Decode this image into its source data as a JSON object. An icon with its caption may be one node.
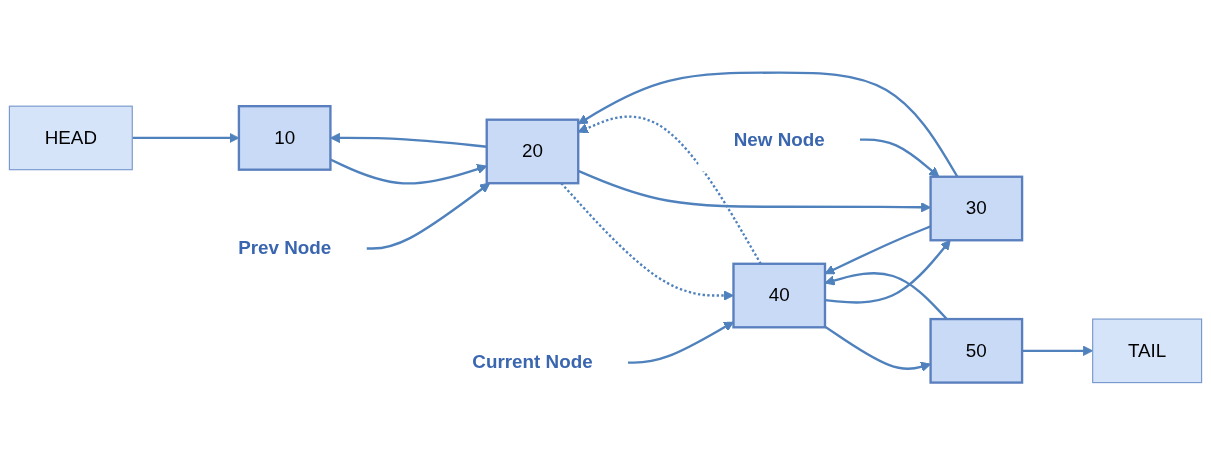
{
  "diagram": {
    "nodes": [
      {
        "text": [
          "HEAD"
        ]
      },
      {
        "text": [
          "TAIL"
        ]
      },
      {
        "text": [
          "10"
        ]
      },
      {
        "text": [
          "20"
        ]
      },
      {
        "text": [
          "40"
        ]
      },
      {
        "text": [
          "50"
        ]
      },
      {
        "text": [
          "Prev Node"
        ]
      },
      {
        "text": [
          "Current Node"
        ]
      },
      {
        "text": [
          "30"
        ]
      },
      {
        "text": [
          "New Node"
        ]
      }
    ],
    "edges": [
      {
        "from": 0,
        "to": 2,
        "arrow": "to"
      },
      {
        "from": 2,
        "to": 3,
        "arrow": "to"
      },
      {
        "from": 3,
        "to": 2,
        "arrow": "to"
      },
      {
        "from": 3,
        "to": 4,
        "arrow": "to",
        "style": "dashed"
      },
      {
        "from": 4,
        "to": 3,
        "arrow": "to",
        "style": "dashed"
      },
      {
        "from": 4,
        "to": 5,
        "arrow": "to"
      },
      {
        "from": 5,
        "to": 4,
        "arrow": "to"
      },
      {
        "from": 5,
        "to": 1,
        "arrow": "to"
      },
      {
        "from": 6,
        "to": 3,
        "arrow": "to"
      },
      {
        "from": 7,
        "to": 4,
        "arrow": "to"
      },
      {
        "from": 3,
        "to": 8,
        "arrow": "to"
      },
      {
        "from": 8,
        "to": 3,
        "arrow": "to"
      },
      {
        "from": 8,
        "to": 4,
        "arrow": "to"
      },
      {
        "from": 4,
        "to": 8,
        "arrow": "to"
      },
      {
        "from": 9,
        "to": 8,
        "arrow": "to"
      }
    ]
  }
}
